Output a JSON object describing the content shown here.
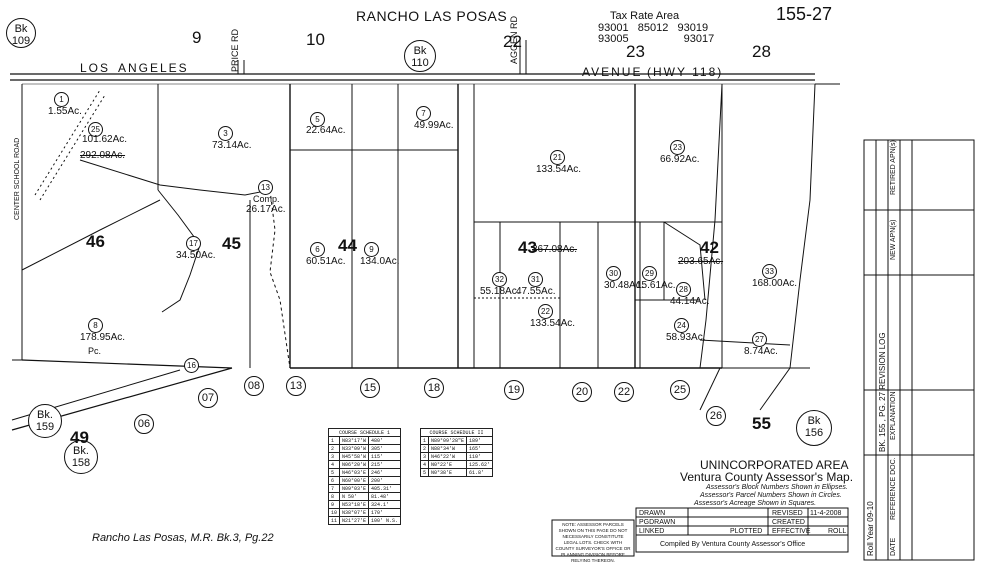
{
  "header": {
    "title": "RANCHO LAS POSAS",
    "page_ref": "155-27",
    "tax_rate_label": "Tax Rate Area",
    "tax_rate_codes": [
      "93001",
      "85012",
      "93019",
      "93005",
      "93017"
    ]
  },
  "sections": [
    "9",
    "10",
    "22",
    "23",
    "28"
  ],
  "book_refs": {
    "top_left": {
      "line1": "Bk",
      "line2": "109"
    },
    "top_mid": {
      "line1": "Bk",
      "line2": "110"
    },
    "bottom_left_159": {
      "line1": "Bk.",
      "line2": "159"
    },
    "bottom_left_158": {
      "line1": "Bk.",
      "line2": "158"
    },
    "bottom_right": {
      "line1": "Bk",
      "line2": "156"
    }
  },
  "roads": {
    "los_angeles": "LOS",
    "los_angeles_2": "ANGELES",
    "avenue": "AVENUE",
    "hwy": "(HWY 118)",
    "price_rd": "PRICE RD",
    "aggen_rd": "AGGEN RD",
    "center_school": "CENTER SCHOOL ROAD"
  },
  "blocks": [
    "46",
    "45",
    "44",
    "43",
    "42",
    "49",
    "55"
  ],
  "parcels": [
    {
      "num": "1",
      "acres": "1.55Ac."
    },
    {
      "num": "25",
      "acres": "101.62Ac."
    },
    {
      "num": "3",
      "acres": "73.14Ac."
    },
    {
      "num": "5",
      "acres": "22.64Ac."
    },
    {
      "num": "7",
      "acres": "49.99Ac."
    },
    {
      "num": "21",
      "acres": "133.54Ac."
    },
    {
      "num": "23",
      "acres": "66.92Ac."
    },
    {
      "num": "13",
      "acres": "26.17Ac."
    },
    {
      "num": "17",
      "acres": "34.50Ac."
    },
    {
      "num": "6",
      "acres": "60.51Ac."
    },
    {
      "num": "9",
      "acres": "134.0Ac."
    },
    {
      "num": "32",
      "acres": "55.18Ac."
    },
    {
      "num": "31",
      "acres": "47.55Ac."
    },
    {
      "num": "30",
      "acres": "30.48Ac."
    },
    {
      "num": "29",
      "acres": "15.61Ac."
    },
    {
      "num": "28",
      "acres": "44.14Ac."
    },
    {
      "num": "33",
      "acres": "168.00Ac."
    },
    {
      "num": "8",
      "acres": "178.95Ac."
    },
    {
      "num": "22",
      "acres": "133.54Ac."
    },
    {
      "num": "24",
      "acres": "58.93Ac."
    },
    {
      "num": "27",
      "acres": "8.74Ac."
    },
    {
      "num": "16",
      "acres": ""
    }
  ],
  "bottom_parcels": [
    "08",
    "07",
    "06",
    "13",
    "15",
    "18",
    "19",
    "20",
    "22",
    "25",
    "26"
  ],
  "extra_labels": {
    "acres_302": "292.08Ac.",
    "acres_367": "367.08Ac.",
    "acres_203": "203.65Ac.",
    "comp": "Comp.",
    "pc": "Pc."
  },
  "course_schedule_1": {
    "title": "COURSE SCHEDULE 1",
    "rows": [
      [
        "1",
        "N83°17'W",
        "480'"
      ],
      [
        "2",
        "N33°09'W",
        "305'"
      ],
      [
        "3",
        "N45°58'W",
        "115'"
      ],
      [
        "4",
        "N06°20'W",
        "215'"
      ],
      [
        "5",
        "N46°03'E",
        "246'"
      ],
      [
        "6",
        "N60°00'E",
        "200'"
      ],
      [
        "7",
        "N09°03'E",
        "405.31'"
      ],
      [
        "8",
        "N 50'",
        "81.48'"
      ],
      [
        "9",
        "N53°18'E",
        "324.1'"
      ],
      [
        "10",
        "N38°07'E",
        "170'"
      ],
      [
        "11",
        "N21°27'E",
        "100' N.S."
      ]
    ]
  },
  "course_schedule_2": {
    "title": "COURSE SCHEDULE II",
    "rows": [
      [
        "1",
        "N89°09'28\"E",
        "189'"
      ],
      [
        "2",
        "N88°34'W",
        "165'"
      ],
      [
        "3",
        "N46°22'W",
        "110'"
      ],
      [
        "4",
        "N0°22'E",
        "125.62'"
      ],
      [
        "5",
        "N0°38'E",
        "61.8'"
      ]
    ]
  },
  "footer": {
    "area_title": "UNINCORPORATED AREA",
    "map_title": "Ventura County Assessor's Map.",
    "notes": [
      "Assessor's Block Numbers Shown in Ellipses.",
      "Assessor's Parcel Numbers Shown in Circles.",
      "Assessor's Acreage Shown in Squares."
    ],
    "disclaimer": "NOTE: ASSESSOR PARCELS SHOWN ON THIS PAGE DO NOT NECESSARILY CONSTITUTE LEGAL LOTS. CHECK WITH COUNTY SURVEYOR'S OFFICE OR PLANNING DIVISION BEFORE RELYING THEREON.",
    "source_map": "Rancho Las Posas, M.R. Bk.3, Pg.22",
    "title_block": {
      "drawn": "DRAWN",
      "revised": "REVISED",
      "revised_date": "11-4-2008",
      "pgdrawn": "PGDRAWN",
      "created": "CREATED",
      "linked": "LINKED",
      "plotted": "PLOTTED",
      "effective": "EFFECTIVE",
      "roll": "ROLL",
      "compiled": "Compiled By Ventura County Assessor's Office"
    }
  },
  "revision_log": {
    "title": "BK. 155 , PG. 27  REVISION LOG",
    "columns": [
      "DATE",
      "REFERENCE DOC.",
      "EXPLANATION",
      "NEW APN(s)",
      "RETIRED APN(s)"
    ],
    "roll_year": "Roll Year 09-10"
  }
}
